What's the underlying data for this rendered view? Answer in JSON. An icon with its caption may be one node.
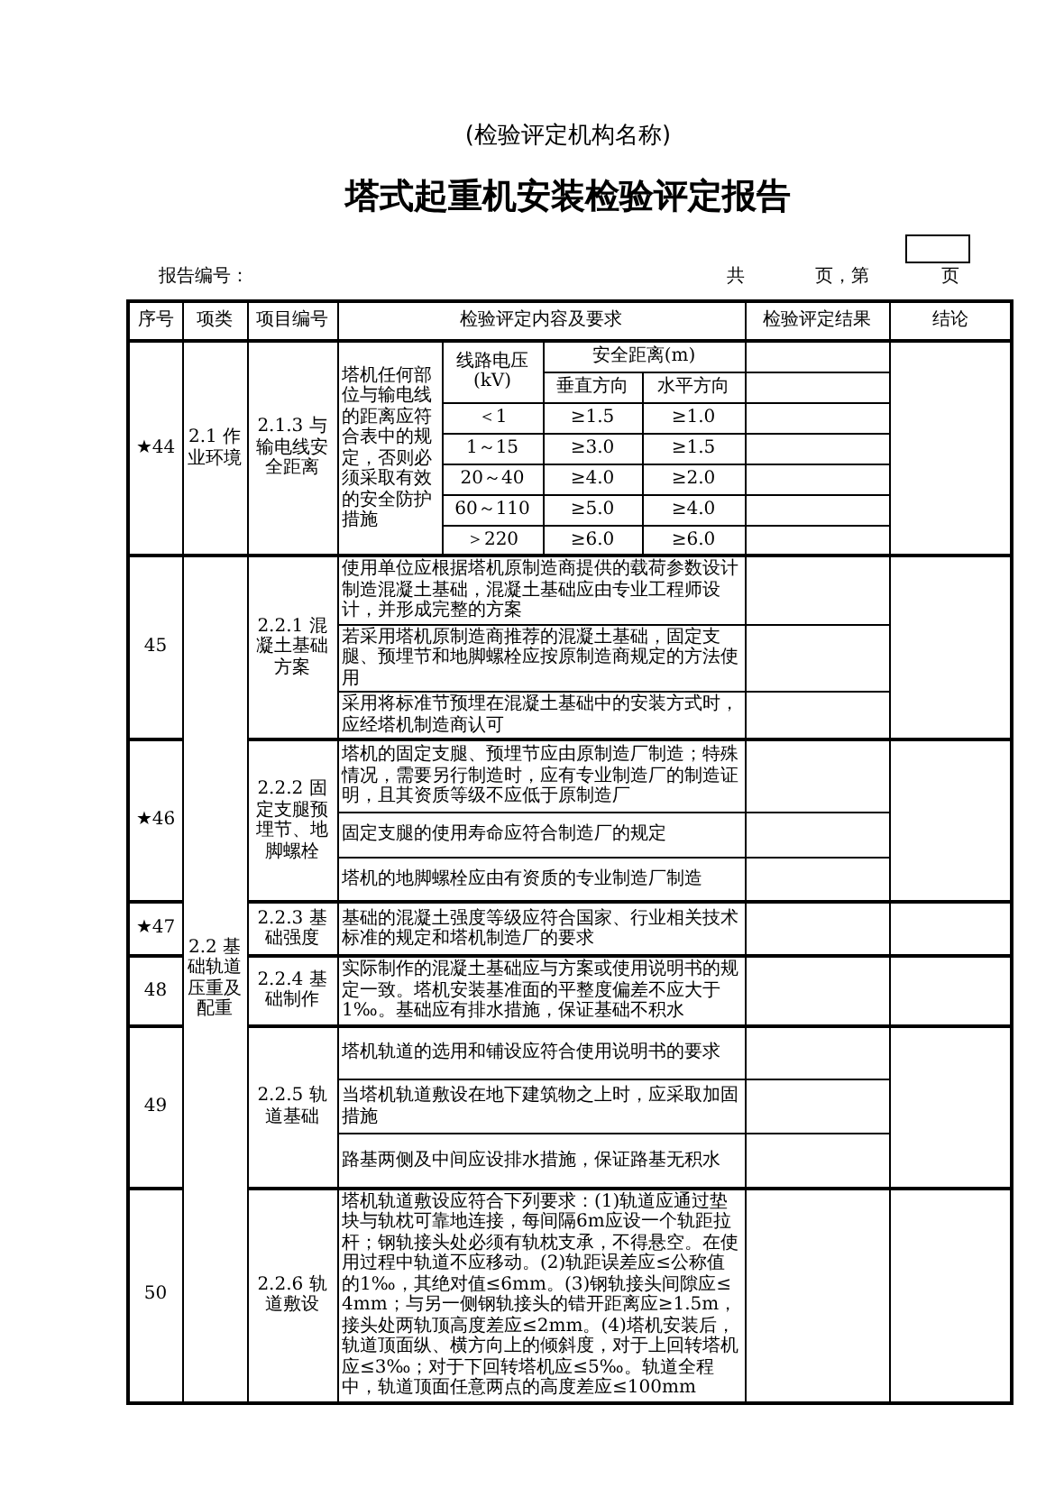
{
  "diagram": {
    "title": "塔式起重机安装检验评定报告",
    "labels": [
      "(检验评定机构名称)",
      "报告编号：",
      "共",
      "页，第",
      "页",
      "序号",
      "项类",
      "项目编号",
      "检验评定内容及要求",
      "检验评定结果",
      "结论",
      "★44",
      "2.1 作业环境",
      "2.1.3 与输电线安全距离",
      "塔机任何部位与输电线的距离应符合表中的规定，否则必须采取有效的安全防护措施",
      "线路电压 (kV)",
      "安全距离(m)",
      "垂直方向",
      "水平方向",
      "＜1",
      "≥1.5",
      "≥1.0",
      "1～15",
      "≥3.0",
      "≥1.5",
      "20～40",
      "≥4.0",
      "≥2.0",
      "60～110",
      "≥5.0",
      "≥4.0",
      "＞220",
      "≥6.0",
      "≥6.0",
      "45",
      "2.2 基础轨道压重及配重",
      "2.2.1 混凝土基础方案",
      "使用单位应根据塔机原制造商提供的载荷参数设计制造混凝土基础，混凝土基础应由专业工程师设计，并形成完整的方案",
      "若采用塔机原制造商推荐的混凝土基础，固定支腿、预埋节和地脚螺栓应按原制造商规定的方法使用",
      "采用将标准节预埋在混凝土基础中的安装方式时，应经塔机制造商认可",
      "★46",
      "2.2.2 固定支腿预埋节、地脚螺栓",
      "塔机的固定支腿、预埋节应由原制造厂制造；特殊情况，需要另行制造时，应有专业制造厂的制造证明，且其资质等级不应低于原制造厂",
      "固定支腿的使用寿命应符合制造厂的规定",
      "塔机的地脚螺栓应由有资质的专业制造厂制造",
      "★47",
      "2.2.3 基础强度",
      "基础的混凝土强度等级应符合国家、行业相关技术标准的规定和塔机制造厂的要求",
      "48",
      "2.2.4 基础制作",
      "实际制作的混凝土基础应与方案或使用说明书的规定一致。塔机安装基准面的平整度偏差不应大于1‰。基础应有排水措施，保证基础不积水",
      "49",
      "2.2.5 轨道基础",
      "塔机轨道的选用和铺设应符合使用说明书的要求",
      "当塔机轨道敷设在地下建筑物之上时，应采取加固措施",
      "路基两侧及中间应设排水措施，保证路基无积水",
      "50",
      "2.2.6 轨道敷设",
      "塔机轨道敷设应符合下列要求：(1)轨道应通过垫块与轨枕可靠地连接，每间隔6m应设一个轨距拉杆；钢轨接头处必须有轨枕支承，不得悬空。在使用过程中轨道不应移动。(2)轨距误差应≤公称值的1‰，其绝对值≤6mm。(3)钢轨接头间隙应≤4mm；与另一侧钢轨接头的错开距离应≥1.5m，接头处两轨顶高度差应≤2mm。(4)塔机安装后，轨道顶面纵、横方向上的倾斜度，对于上回转塔机应≤3‰；对于下回转塔机应≤5‰。轨道全程中，轨道顶面任意两点的高度差应≤100mm"
    ]
  }
}
